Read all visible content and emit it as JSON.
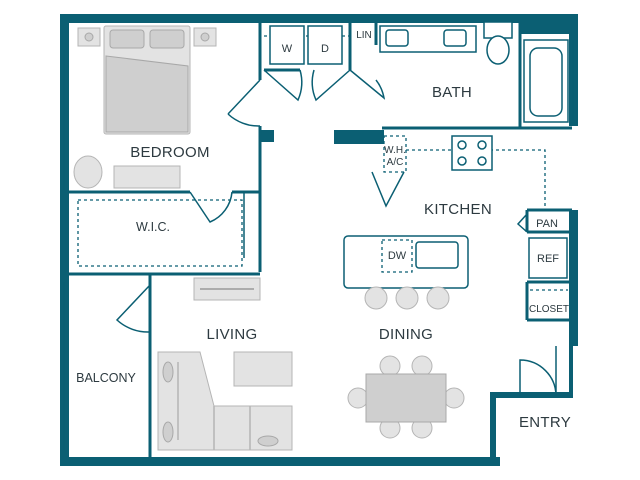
{
  "rooms": {
    "bedroom": "BEDROOM",
    "bath": "BATH",
    "wic": "W.I.C.",
    "kitchen": "KITCHEN",
    "living": "LIVING",
    "dining": "DINING",
    "balcony": "BALCONY",
    "entry": "ENTRY",
    "pantry": "PAN",
    "closet": "CLOSET",
    "linen": "LIN"
  },
  "fixtures": {
    "washer": "W",
    "dryer": "D",
    "water_heater_line1": "W.H.",
    "water_heater_line2": "A/C",
    "dishwasher": "DW",
    "refrigerator": "REF"
  },
  "colors": {
    "wall": "#0b5f73",
    "furniture": "#e3e3e3",
    "label": "#2d3a40"
  }
}
